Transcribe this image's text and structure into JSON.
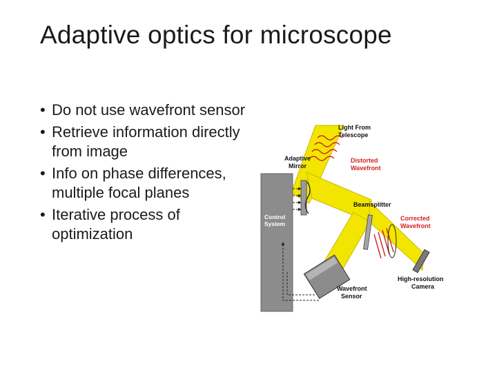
{
  "slide": {
    "title": "Adaptive optics for microscope",
    "bullets": [
      {
        "text": "Do not use wavefront sensor"
      },
      {
        "text": "Retrieve information directly from image"
      },
      {
        "text": "Info on phase differences, multiple focal planes"
      },
      {
        "text": "Iterative process of optimization"
      }
    ]
  },
  "diagram": {
    "labels": {
      "light_from_telescope": [
        "Light From",
        "Telescope"
      ],
      "distorted_wavefront": [
        "Distorted",
        "Wavefront"
      ],
      "adaptive_mirror": [
        "Adaptive",
        "Mirror"
      ],
      "beamsplitter": "Beamsplitter",
      "corrected_wavefront": [
        "Corrected",
        "Wavefront"
      ],
      "control_system": [
        "Control",
        "System"
      ],
      "high_resolution_camera": [
        "High-resolution",
        "Camera"
      ],
      "wavefront_sensor": [
        "Wavefront",
        "Sensor"
      ]
    },
    "colors": {
      "beam": "#f2e600",
      "beam_edge": "#c9b800",
      "panel": "#8c8c8c",
      "red_label": "#d42020",
      "black_label": "#111111"
    }
  }
}
